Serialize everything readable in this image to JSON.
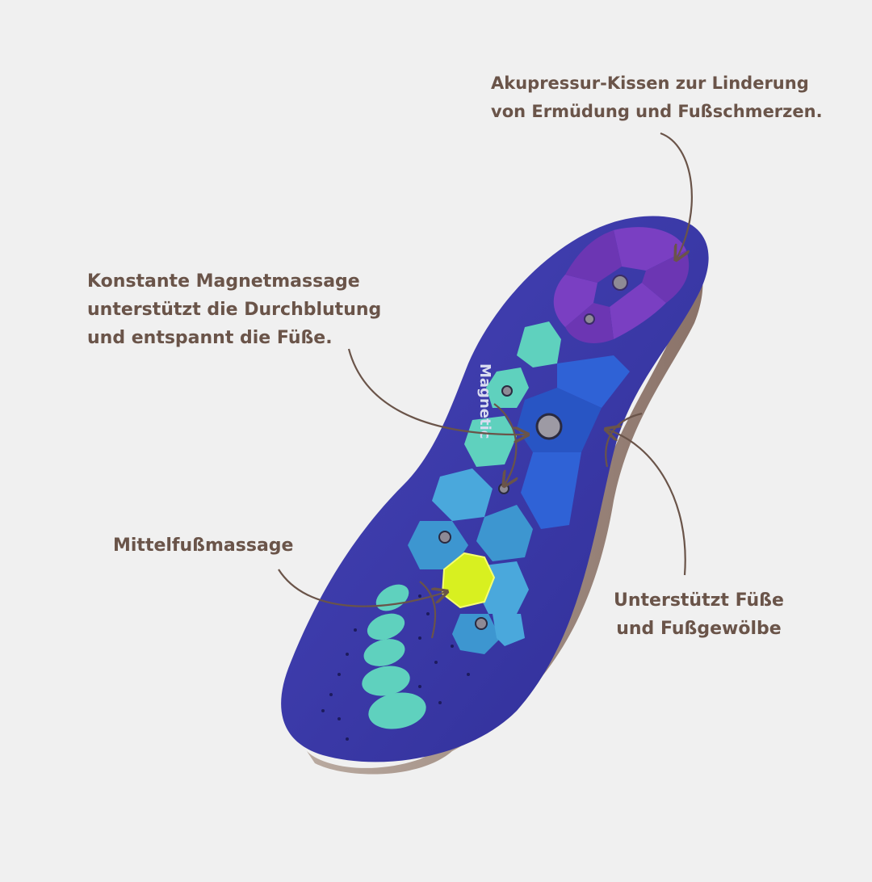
{
  "callouts": {
    "acupressure": {
      "line1": "Akupressur-Kissen zur Linderung",
      "line2": "von Ermüdung und Fußschmerzen."
    },
    "magnet": {
      "line1": "Konstante Magnetmassage",
      "line2": "unterstützt die Durchblutung",
      "line3": "und entspannt die Füße."
    },
    "midfoot": {
      "line1": "Mittelfußmassage"
    },
    "arch": {
      "line1": "Unterstützt Füße",
      "line2": "und Fußgewölbe"
    }
  },
  "insole": {
    "brand_text": "Magnetic",
    "base_color": "#3b3aa8",
    "heel_pad_color": "#7a3fc2",
    "arch_pad_color": "#2f62d6",
    "toe_pad_color": "#4aa8dc",
    "accent_pad_color": "#5fd1be",
    "highlight_pad_color": "#d8f020"
  },
  "colors": {
    "background": "#f0f0f0",
    "text": "#6a5449",
    "arrow": "#6a5449"
  }
}
